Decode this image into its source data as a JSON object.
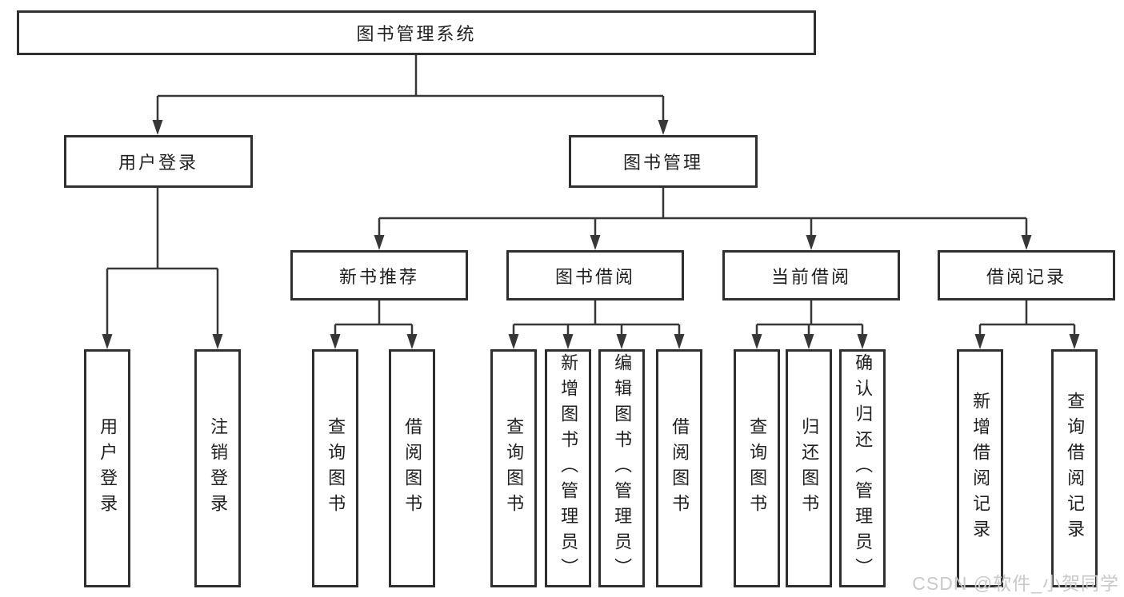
{
  "tree": {
    "label": "图书管理系统",
    "children": [
      {
        "label": "用户登录",
        "children": [
          {
            "label": "用户登录"
          },
          {
            "label": "注销登录"
          }
        ]
      },
      {
        "label": "图书管理",
        "children": [
          {
            "label": "新书推荐",
            "children": [
              {
                "label": "查询图书"
              },
              {
                "label": "借阅图书"
              }
            ]
          },
          {
            "label": "图书借阅",
            "children": [
              {
                "label": "查询图书"
              },
              {
                "label": "新增图书（管理员）"
              },
              {
                "label": "编辑图书（管理员）"
              },
              {
                "label": "借阅图书"
              }
            ]
          },
          {
            "label": "当前借阅",
            "children": [
              {
                "label": "查询图书"
              },
              {
                "label": "归还图书"
              },
              {
                "label": "确认归还（管理员）"
              }
            ]
          },
          {
            "label": "借阅记录",
            "children": [
              {
                "label": "新增借阅记录"
              },
              {
                "label": "查询借阅记录"
              }
            ]
          }
        ]
      }
    ]
  },
  "watermark": {
    "text": "CSDN @软件_小贺同学"
  },
  "colors": {
    "line": "#373737",
    "box_border": "#2f2f2f",
    "text": "#1f1f1f",
    "watermark": "#c9c9c9",
    "background": "#ffffff"
  }
}
